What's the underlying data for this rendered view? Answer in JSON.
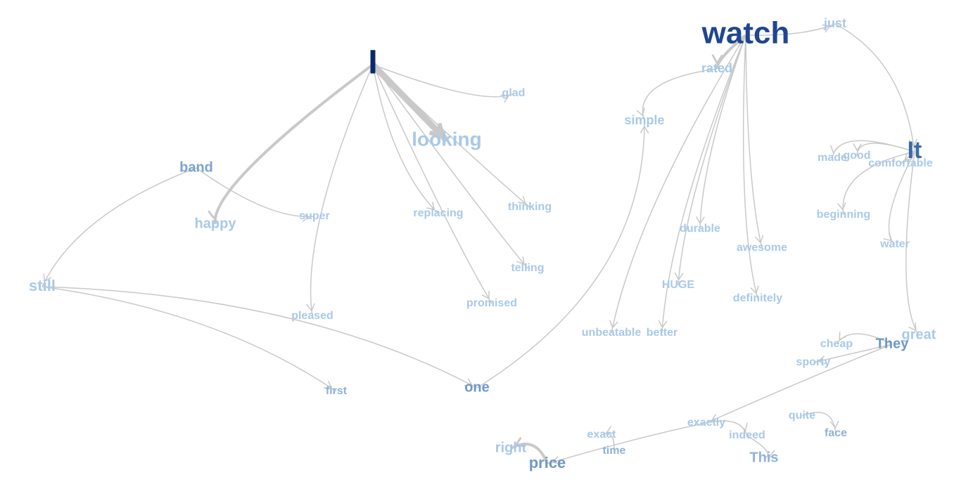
{
  "graph": {
    "words": [
      {
        "id": "I",
        "text": "I",
        "size": 48,
        "color": "#0a2a6b"
      },
      {
        "id": "watch",
        "text": "watch",
        "size": 44,
        "color": "#1f4690"
      },
      {
        "id": "It",
        "text": "It",
        "size": 34,
        "color": "#3a6aa8"
      },
      {
        "id": "looking",
        "text": "looking",
        "size": 28,
        "color": "#a9c9e8"
      },
      {
        "id": "band",
        "text": "band",
        "size": 20,
        "color": "#7aa4d0"
      },
      {
        "id": "happy",
        "text": "happy",
        "size": 20,
        "color": "#a9c9e8"
      },
      {
        "id": "still",
        "text": "still",
        "size": 22,
        "color": "#a9c9e8"
      },
      {
        "id": "super",
        "text": "super",
        "size": 16,
        "color": "#a9c9e8"
      },
      {
        "id": "pleased",
        "text": "pleased",
        "size": 16,
        "color": "#a9c9e8"
      },
      {
        "id": "first",
        "text": "first",
        "size": 16,
        "color": "#8fb2da"
      },
      {
        "id": "one",
        "text": "one",
        "size": 20,
        "color": "#6f98c6"
      },
      {
        "id": "glad",
        "text": "glad",
        "size": 16,
        "color": "#a9c9e8"
      },
      {
        "id": "replacing",
        "text": "replacing",
        "size": 16,
        "color": "#a9c9e8"
      },
      {
        "id": "thinking",
        "text": "thinking",
        "size": 16,
        "color": "#a9c9e8"
      },
      {
        "id": "telling",
        "text": "telling",
        "size": 16,
        "color": "#a9c9e8"
      },
      {
        "id": "promised",
        "text": "promised",
        "size": 16,
        "color": "#a9c9e8"
      },
      {
        "id": "just",
        "text": "just",
        "size": 18,
        "color": "#a9c9e8"
      },
      {
        "id": "rated",
        "text": "rated",
        "size": 18,
        "color": "#a9c9e8"
      },
      {
        "id": "simple",
        "text": "simple",
        "size": 18,
        "color": "#a9c9e8"
      },
      {
        "id": "durable",
        "text": "durable",
        "size": 16,
        "color": "#a9c9e8"
      },
      {
        "id": "awesome",
        "text": "awesome",
        "size": 16,
        "color": "#a9c9e8"
      },
      {
        "id": "HUGE",
        "text": "HUGE",
        "size": 16,
        "color": "#a9c9e8"
      },
      {
        "id": "definitely",
        "text": "definitely",
        "size": 16,
        "color": "#a9c9e8"
      },
      {
        "id": "unbeatable",
        "text": "unbeatable",
        "size": 16,
        "color": "#a9c9e8"
      },
      {
        "id": "better",
        "text": "better",
        "size": 16,
        "color": "#a9c9e8"
      },
      {
        "id": "made",
        "text": "made",
        "size": 16,
        "color": "#a9c9e8"
      },
      {
        "id": "good",
        "text": "good",
        "size": 16,
        "color": "#a9c9e8"
      },
      {
        "id": "comfortable",
        "text": "comfortable",
        "size": 16,
        "color": "#a9c9e8"
      },
      {
        "id": "beginning",
        "text": "beginning",
        "size": 16,
        "color": "#a9c9e8"
      },
      {
        "id": "water",
        "text": "water",
        "size": 16,
        "color": "#a9c9e8"
      },
      {
        "id": "great",
        "text": "great",
        "size": 20,
        "color": "#a9c9e8"
      },
      {
        "id": "They",
        "text": "They",
        "size": 20,
        "color": "#6f98c6"
      },
      {
        "id": "cheap",
        "text": "cheap",
        "size": 16,
        "color": "#a9c9e8"
      },
      {
        "id": "sporty",
        "text": "sporty",
        "size": 16,
        "color": "#a9c9e8"
      },
      {
        "id": "exactly",
        "text": "exactly",
        "size": 16,
        "color": "#a9c9e8"
      },
      {
        "id": "quite",
        "text": "quite",
        "size": 16,
        "color": "#a9c9e8"
      },
      {
        "id": "face",
        "text": "face",
        "size": 16,
        "color": "#8fb2da"
      },
      {
        "id": "indeed",
        "text": "indeed",
        "size": 16,
        "color": "#a9c9e8"
      },
      {
        "id": "This",
        "text": "This",
        "size": 20,
        "color": "#8fb2da"
      },
      {
        "id": "exact",
        "text": "exact",
        "size": 16,
        "color": "#a9c9e8"
      },
      {
        "id": "time",
        "text": "time",
        "size": 16,
        "color": "#8fb2da"
      },
      {
        "id": "right",
        "text": "right",
        "size": 20,
        "color": "#a9c9e8"
      },
      {
        "id": "price",
        "text": "price",
        "size": 22,
        "color": "#6f98c6"
      }
    ],
    "edges": [
      {
        "from": "I",
        "to": "looking",
        "weight": 9
      },
      {
        "from": "I",
        "to": "happy",
        "weight": 4
      },
      {
        "from": "I",
        "to": "glad",
        "weight": 1.5
      },
      {
        "from": "I",
        "to": "pleased",
        "weight": 1.5
      },
      {
        "from": "I",
        "to": "replacing",
        "weight": 1.5
      },
      {
        "from": "I",
        "to": "thinking",
        "weight": 1.5
      },
      {
        "from": "I",
        "to": "telling",
        "weight": 1.5
      },
      {
        "from": "I",
        "to": "promised",
        "weight": 1.5
      },
      {
        "from": "band",
        "to": "super",
        "weight": 1.5
      },
      {
        "from": "band",
        "to": "still",
        "weight": 1.5
      },
      {
        "from": "still",
        "to": "first",
        "weight": 1.5
      },
      {
        "from": "still",
        "to": "one",
        "weight": 1.5
      },
      {
        "from": "one",
        "to": "simple",
        "weight": 1.5
      },
      {
        "from": "watch",
        "to": "rated",
        "weight": 4
      },
      {
        "from": "watch",
        "to": "just",
        "weight": 1.5
      },
      {
        "from": "just",
        "to": "It",
        "weight": 1.5
      },
      {
        "from": "rated",
        "to": "simple",
        "weight": 1.5
      },
      {
        "from": "watch",
        "to": "durable",
        "weight": 1.5
      },
      {
        "from": "watch",
        "to": "awesome",
        "weight": 1.5
      },
      {
        "from": "watch",
        "to": "HUGE",
        "weight": 1.5
      },
      {
        "from": "watch",
        "to": "definitely",
        "weight": 1.5
      },
      {
        "from": "watch",
        "to": "unbeatable",
        "weight": 1.5
      },
      {
        "from": "watch",
        "to": "better",
        "weight": 1.5
      },
      {
        "from": "It",
        "to": "made",
        "weight": 1.5
      },
      {
        "from": "It",
        "to": "good",
        "weight": 1.5
      },
      {
        "from": "It",
        "to": "comfortable",
        "weight": 1.5
      },
      {
        "from": "It",
        "to": "beginning",
        "weight": 1.5
      },
      {
        "from": "It",
        "to": "water",
        "weight": 1.5
      },
      {
        "from": "It",
        "to": "great",
        "weight": 1.5
      },
      {
        "from": "They",
        "to": "cheap",
        "weight": 1.5
      },
      {
        "from": "They",
        "to": "sporty",
        "weight": 1.5
      },
      {
        "from": "They",
        "to": "exactly",
        "weight": 1.5
      },
      {
        "from": "exactly",
        "to": "price",
        "weight": 1.5
      },
      {
        "from": "exactly",
        "to": "indeed",
        "weight": 1.5
      },
      {
        "from": "indeed",
        "to": "This",
        "weight": 1.5
      },
      {
        "from": "quite",
        "to": "face",
        "weight": 1.5
      },
      {
        "from": "time",
        "to": "exact",
        "weight": 1.5
      },
      {
        "from": "price",
        "to": "right",
        "weight": 4
      }
    ]
  }
}
